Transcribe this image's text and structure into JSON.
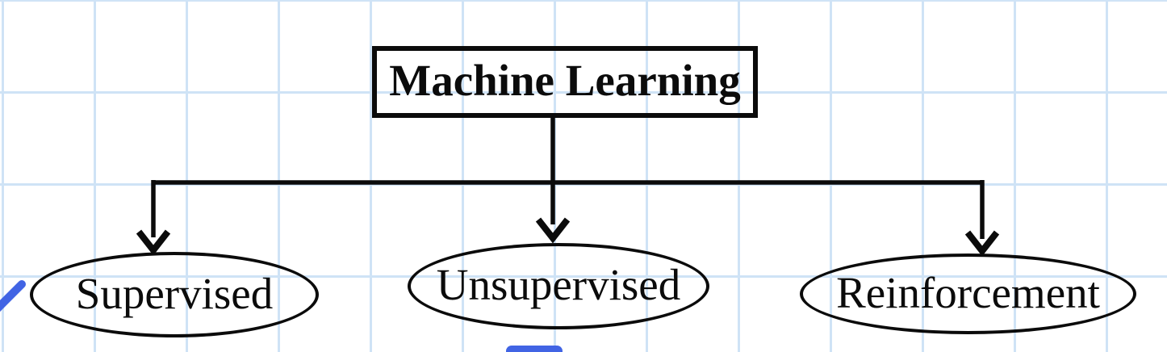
{
  "diagram": {
    "root": {
      "label": "Machine Learning"
    },
    "children": [
      {
        "label": "Supervised"
      },
      {
        "label": "Unsupervised"
      },
      {
        "label": "Reinforcement"
      }
    ]
  },
  "theme": {
    "ink": "#0b0b0b",
    "grid": "#cfe3f6",
    "bg": "#ffffff",
    "accent": "#4164e4"
  }
}
